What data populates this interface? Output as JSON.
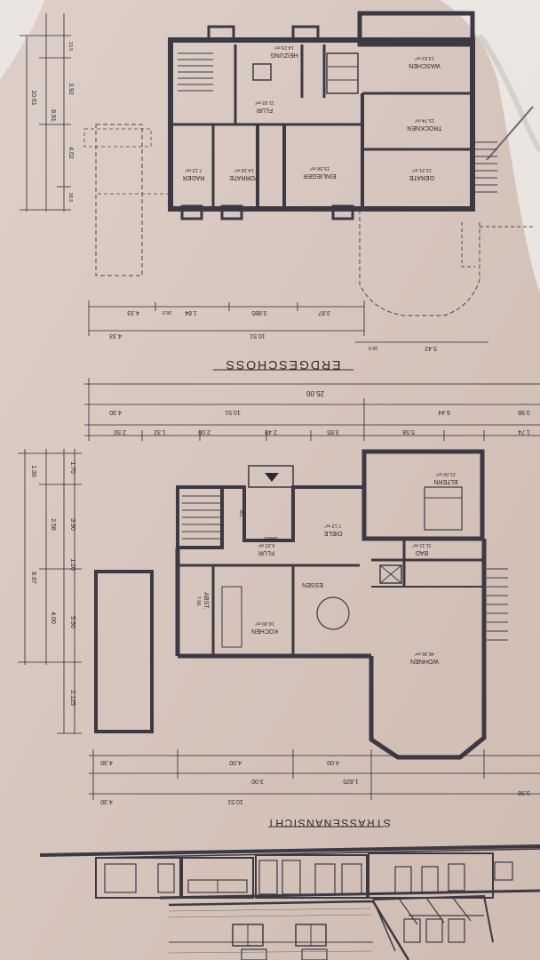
{
  "colors": {
    "paper": "#d9c9c1",
    "paper_shadow": "#c9b7ae",
    "ink": "#2a2830",
    "wall": "#3b3a44",
    "plastic": "#ece9e6"
  },
  "upper_plan": {
    "title": "ERDGESCHOSS",
    "rooms": {
      "heizung": "HEIZUNG",
      "heizung_area": "14.23 m²",
      "waschen": "WASCHEN",
      "waschen_area": "13.53 m²",
      "flur": "FLUR",
      "flur_area": "11.93 m²",
      "trocknen": "TROCKNEN",
      "trocknen_area": "15.74 m²",
      "vorrate": "VORRATE",
      "vorrate_area": "14.18 m²",
      "einlieger": "EINLIEGER",
      "einlieger_area": "15.56 m²",
      "gerate": "GERATE",
      "gerate_area": "15.21 m²",
      "rader": "RADER",
      "rader_area": "7.12 m²"
    },
    "dims_left": [
      "3.92",
      "8.91",
      "10.61",
      "4.02",
      "36.5",
      "13.5"
    ],
    "dims_bottom": [
      "3.87",
      "3.885",
      "1.84",
      "4.33",
      "10.51",
      "4.33",
      "36.5"
    ],
    "dims_right": [
      "5.42",
      "36.5"
    ]
  },
  "middle_dims": [
    "25.00",
    "10.51",
    "6.44",
    "4.30",
    "3.98",
    "5.58",
    "2.49",
    "2.00",
    "1.32",
    "2.50",
    "1.74",
    "3.65"
  ],
  "lower_plan": {
    "rooms": {
      "eltern": "ELTERN",
      "eltern_area": "21.00 m²",
      "diele": "DIELE",
      "diele_area": "7.12 m²",
      "flur": "FLUR",
      "flur_area": "6.22 m²",
      "garderobe": "GARD",
      "bad": "BAD",
      "bad_area": "11.11 m²",
      "essen": "ESSEN",
      "kochen": "KOCHEN",
      "kochen_area": "16.00 m²",
      "abst": "ABST.",
      "abst_area": "7.56",
      "wohnen": "WOHNEN",
      "wohnen_area": "46.36 m²",
      "wc": "WC"
    },
    "dims_left": [
      "1.30",
      "2.58",
      "8.97",
      "3.90",
      "1.20",
      "4.00",
      "5.50",
      "2.125",
      "1.70"
    ],
    "dims_bottom": [
      "4.30",
      "4.00",
      "4.00",
      "10.51",
      "3.00",
      "1.825",
      "4.30",
      "3.98"
    ]
  },
  "elevation": {
    "title": "STRASSENANSICHT"
  }
}
